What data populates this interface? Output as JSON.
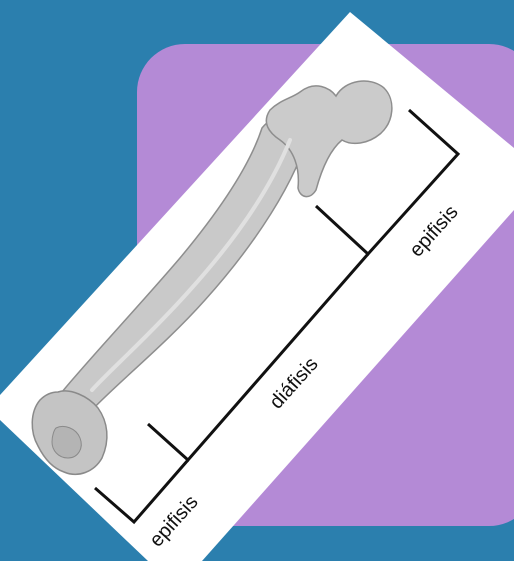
{
  "colors": {
    "background": "#2b7fae",
    "card": "#b48ad6",
    "paper": "#ffffff",
    "bone_fill": "#c7c7c7",
    "bone_stroke": "#8c8c8c",
    "bracket": "#111111"
  },
  "labels": {
    "epiphysis_top": "epifisis",
    "diaphysis": "diáfisis",
    "epiphysis_bottom": "epifisis"
  }
}
